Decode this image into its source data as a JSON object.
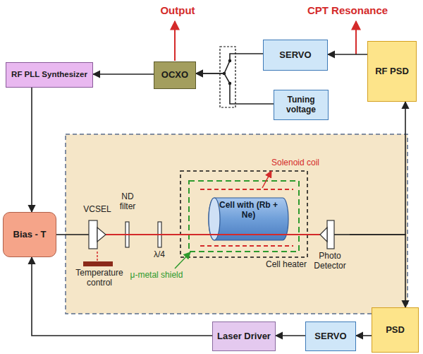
{
  "diagram": {
    "nodes": [
      {
        "text": [
          "RF PLL Synthesizer"
        ]
      },
      {
        "text": [
          "OCXO"
        ]
      },
      {
        "text": [
          "SERVO"
        ]
      },
      {
        "text": [
          "RF PSD"
        ]
      },
      {
        "text": [
          "Tuning voltage"
        ]
      },
      {
        "text": [
          "Bias - T"
        ]
      },
      {
        "text": [
          "VCSEL"
        ]
      },
      {
        "text": [
          "Cell with (Rb + Ne)"
        ]
      },
      {
        "text": [
          "Photo Detector"
        ]
      },
      {
        "text": [
          "Laser Driver"
        ]
      },
      {
        "text": [
          "SERVO"
        ]
      },
      {
        "text": [
          "PSD"
        ]
      }
    ],
    "edges": [
      {
        "from": 1,
        "to": 0,
        "arrow": "to"
      },
      {
        "from": 0,
        "to": 5,
        "arrow": "to"
      },
      {
        "from": 2,
        "to": 1,
        "arrow": "to"
      },
      {
        "from": 4,
        "to": 1,
        "arrow": "to"
      },
      {
        "from": 3,
        "to": 2,
        "arrow": "to"
      },
      {
        "from": 5,
        "to": 6,
        "arrow": "none"
      },
      {
        "from": 8,
        "to": 3,
        "arrow": "to"
      },
      {
        "from": 8,
        "to": 11,
        "arrow": "to"
      },
      {
        "from": 11,
        "to": 10,
        "arrow": "to"
      },
      {
        "from": 10,
        "to": 9,
        "arrow": "to"
      },
      {
        "from": 9,
        "to": 5,
        "arrow": "to"
      }
    ],
    "labels": [
      "Output",
      "CPT Resonance",
      "ND filter",
      "λ/4",
      "Solenoid coil",
      "Temperature control",
      "μ-metal shield",
      "Cell heater"
    ]
  }
}
